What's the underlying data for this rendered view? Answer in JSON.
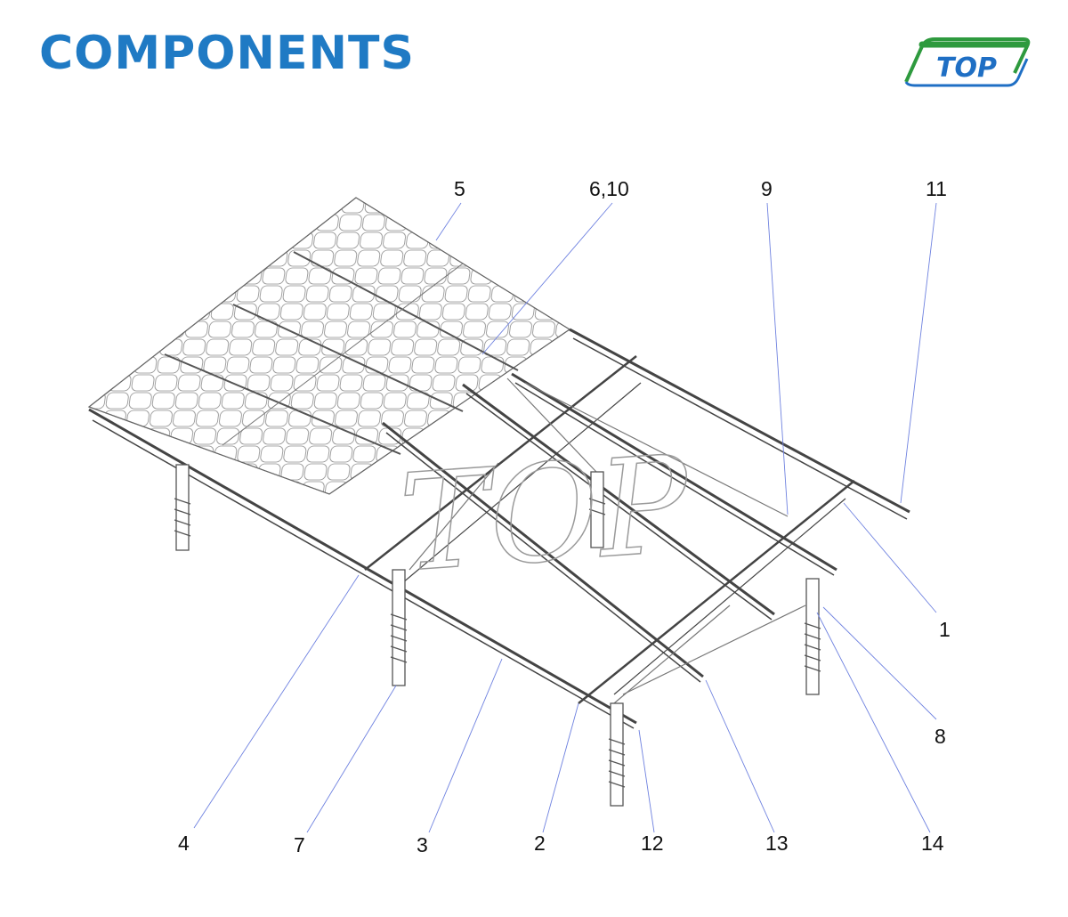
{
  "header": {
    "title": "COMPONENTS"
  },
  "logo": {
    "text": "TOP",
    "colors": {
      "green": "#2e9a3e",
      "blue": "#1f6fc4"
    }
  },
  "watermark": {
    "text": "TOP"
  },
  "callouts": [
    {
      "id": "c5",
      "label": "5"
    },
    {
      "id": "c6",
      "label": "6,10"
    },
    {
      "id": "c9",
      "label": "9"
    },
    {
      "id": "c11",
      "label": "11"
    },
    {
      "id": "c1",
      "label": "1"
    },
    {
      "id": "c8",
      "label": "8"
    },
    {
      "id": "c4",
      "label": "4"
    },
    {
      "id": "c7",
      "label": "7"
    },
    {
      "id": "c3",
      "label": "3"
    },
    {
      "id": "c2",
      "label": "2"
    },
    {
      "id": "c12",
      "label": "12"
    },
    {
      "id": "c13",
      "label": "13"
    },
    {
      "id": "c14",
      "label": "14"
    }
  ],
  "colors": {
    "title": "#1f7ac4",
    "leader": "#5a6fd6",
    "line": "#555555"
  }
}
